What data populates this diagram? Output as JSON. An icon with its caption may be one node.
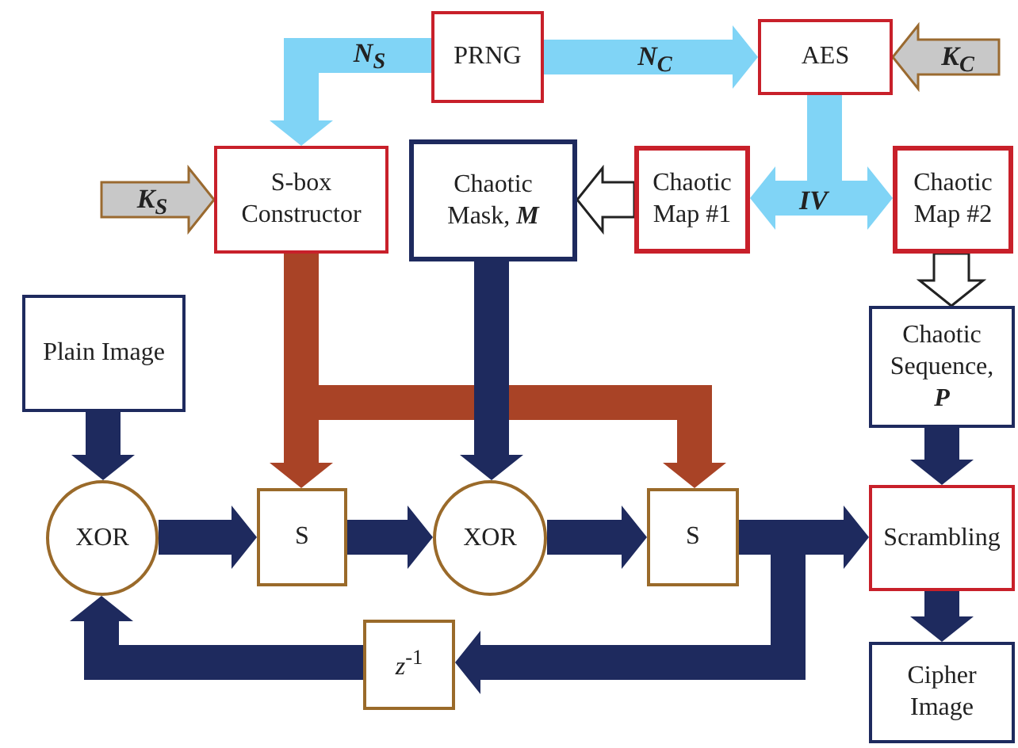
{
  "diagram": {
    "nodes": [
      {
        "text": [
          "PRNG"
        ]
      },
      {
        "text": [
          "AES"
        ]
      },
      {
        "text": [
          "S-box Constructor"
        ]
      },
      {
        "text": [
          "Chaotic Mask, **M**"
        ]
      },
      {
        "text": [
          "Chaotic Map #1"
        ]
      },
      {
        "text": [
          "Chaotic Map #2"
        ]
      },
      {
        "text": [
          "Plain Image"
        ]
      },
      {
        "text": [
          "XOR"
        ]
      },
      {
        "text": [
          "S"
        ]
      },
      {
        "text": [
          "XOR"
        ]
      },
      {
        "text": [
          "S"
        ]
      },
      {
        "text": [
          "Scrambling"
        ]
      },
      {
        "text": [
          "Chaotic Sequence, **P**"
        ]
      },
      {
        "text": [
          "*z*$^{-1}$"
        ]
      },
      {
        "text": [
          "Cipher Image"
        ]
      }
    ],
    "edges": [
      {
        "from": 0,
        "to": 2,
        "arrow": "to",
        "label": "N$_{S}$",
        "style": "thick",
        "color": "#80d4f6"
      },
      {
        "from": 0,
        "to": 1,
        "arrow": "to",
        "label": "N$_{C}$",
        "style": "thick",
        "color": "#80d4f6"
      },
      {
        "from": null,
        "to": 1,
        "arrow": "to",
        "label": "K$_{C}$",
        "style": "thick",
        "color": "#c8c8c8"
      },
      {
        "from": null,
        "to": 2,
        "arrow": "to",
        "label": "K$_{S}$",
        "style": "thick",
        "color": "#c8c8c8"
      },
      {
        "from": 1,
        "to": 4,
        "arrow": "to",
        "label": "IV",
        "style": "thick",
        "color": "#80d4f6"
      },
      {
        "from": 1,
        "to": 5,
        "arrow": "to",
        "style": "thick",
        "color": "#80d4f6"
      },
      {
        "from": 4,
        "to": 3,
        "arrow": "to",
        "style": "thick",
        "color": "#ffffff"
      },
      {
        "from": 5,
        "to": 12,
        "arrow": "to",
        "style": "thick",
        "color": "#ffffff"
      },
      {
        "from": 2,
        "to": 8,
        "arrow": "to",
        "style": "thick",
        "color": "#a94326"
      },
      {
        "from": 2,
        "to": 10,
        "arrow": "to",
        "style": "thick",
        "color": "#a94326"
      },
      {
        "from": 3,
        "to": 9,
        "arrow": "to",
        "style": "thick"
      },
      {
        "from": 6,
        "to": 7,
        "arrow": "to",
        "style": "thick"
      },
      {
        "from": 7,
        "to": 8,
        "arrow": "to",
        "style": "thick"
      },
      {
        "from": 8,
        "to": 9,
        "arrow": "to",
        "style": "thick"
      },
      {
        "from": 9,
        "to": 10,
        "arrow": "to",
        "style": "thick"
      },
      {
        "from": 10,
        "to": 11,
        "arrow": "to",
        "style": "thick"
      },
      {
        "from": 10,
        "to": 13,
        "arrow": "to",
        "style": "thick"
      },
      {
        "from": 13,
        "to": 7,
        "arrow": "to",
        "style": "thick"
      },
      {
        "from": 12,
        "to": 11,
        "arrow": "to",
        "style": "thick"
      },
      {
        "from": 11,
        "to": 14,
        "arrow": "to",
        "style": "thick"
      }
    ]
  }
}
